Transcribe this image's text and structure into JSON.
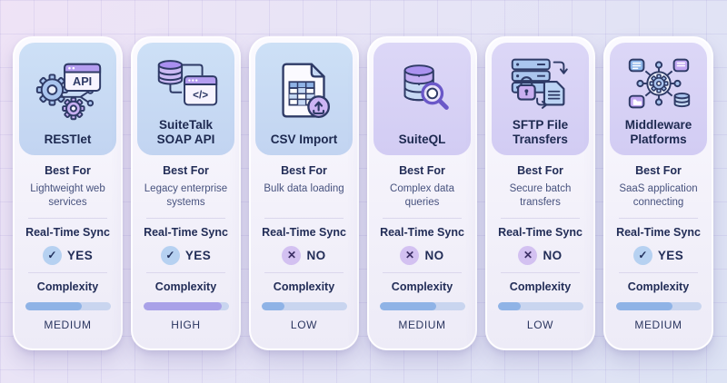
{
  "labels": {
    "best_for": "Best For",
    "realtime_sync": "Real-Time Sync",
    "complexity": "Complexity"
  },
  "badges": {
    "yes": {
      "glyph": "✓",
      "circle_color": "#b6d1f1",
      "glyph_color": "#22305c"
    },
    "no": {
      "glyph": "✕",
      "circle_color": "#d3c1f1",
      "glyph_color": "#3b2e64"
    }
  },
  "bar": {
    "track_color": "#c9d5ef",
    "blue_fill": "#8fb3e6",
    "purple_fill": "#a9a1e8"
  },
  "cards": [
    {
      "title": "RESTlet",
      "icon": "gear-api-icon",
      "header_tint": "blue",
      "best_for": "Lightweight web services",
      "realtime": "YES",
      "complexity_level": "MEDIUM",
      "complexity_pct": 66,
      "bar_color": "#8fb3e6"
    },
    {
      "title": "SuiteTalk SOAP API",
      "icon": "database-code-window-icon",
      "header_tint": "blue",
      "best_for": "Legacy enterprise systems",
      "realtime": "YES",
      "complexity_level": "HIGH",
      "complexity_pct": 92,
      "bar_color": "#a9a1e8"
    },
    {
      "title": "CSV Import",
      "icon": "spreadsheet-file-upload-icon",
      "header_tint": "blue",
      "best_for": "Bulk data loading",
      "realtime": "NO",
      "complexity_level": "LOW",
      "complexity_pct": 27,
      "bar_color": "#8fb3e6"
    },
    {
      "title": "SuiteQL",
      "icon": "database-search-icon",
      "header_tint": "purple",
      "best_for": "Complex data queries",
      "realtime": "NO",
      "complexity_level": "MEDIUM",
      "complexity_pct": 66,
      "bar_color": "#8fb3e6"
    },
    {
      "title": "SFTP File Transfers",
      "icon": "server-lock-file-transfer-icon",
      "header_tint": "purple",
      "best_for": "Secure batch transfers",
      "realtime": "NO",
      "complexity_level": "LOW",
      "complexity_pct": 27,
      "bar_color": "#8fb3e6"
    },
    {
      "title": "Middleware Platforms",
      "icon": "hub-spoke-apps-icon",
      "header_tint": "purple",
      "best_for": "SaaS application connecting",
      "realtime": "YES",
      "complexity_level": "MEDIUM",
      "complexity_pct": 66,
      "bar_color": "#8fb3e6"
    }
  ]
}
